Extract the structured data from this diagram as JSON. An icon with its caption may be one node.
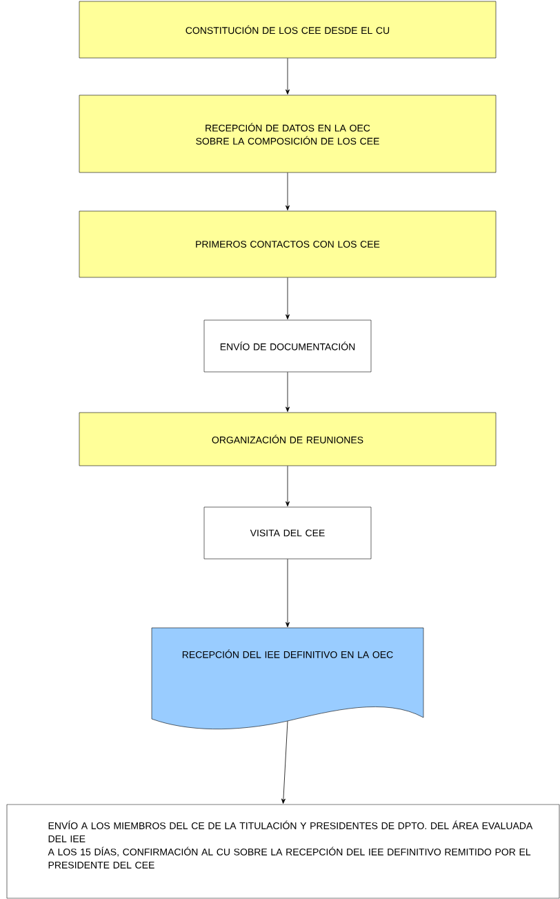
{
  "diagram": {
    "nodes": [
      {
        "text": [
          "CONSTITUCIÓN DE LOS CEE DESDE EL CU"
        ]
      },
      {
        "text": [
          "RECEPCIÓN DE DATOS EN LA OEC SOBRE LA COMPOSICIÓN DE LOS CEE"
        ]
      },
      {
        "text": [
          "PRIMEROS CONTACTOS CON  LOS CEE"
        ]
      },
      {
        "text": [
          "ENVÍO DE DOCUMENTACIÓN"
        ]
      },
      {
        "text": [
          "ORGANIZACIÓN DE REUNIONES"
        ]
      },
      {
        "text": [
          "VISITA DEL CEE"
        ]
      },
      {
        "text": [
          "RECEPCIÓN DEL IEE DEFINITIVO EN LA OEC"
        ]
      },
      {
        "text": [
          "ENVÍO A LOS MIEMBROS DEL CE DE LA TITULACIÓN Y PRESIDENTES DE DPTO. DEL ÁREA EVALUADA DEL IEE",
          "A LOS 15 DÍAS, CONFIRMACIÓN AL CU SOBRE LA RECEPCIÓN DEL IEE DEFINITIVO REMITIDO POR EL PRESIDENTE DEL CEE"
        ]
      }
    ],
    "edges": [
      {
        "from": 0,
        "to": 1,
        "arrow": "to"
      },
      {
        "from": 1,
        "to": 2,
        "arrow": "to"
      },
      {
        "from": 2,
        "to": 3,
        "arrow": "to"
      },
      {
        "from": 3,
        "to": 4,
        "arrow": "to"
      },
      {
        "from": 4,
        "to": 5,
        "arrow": "to"
      },
      {
        "from": 5,
        "to": 6,
        "arrow": "to"
      },
      {
        "from": 6,
        "to": 7,
        "arrow": "to"
      }
    ]
  }
}
